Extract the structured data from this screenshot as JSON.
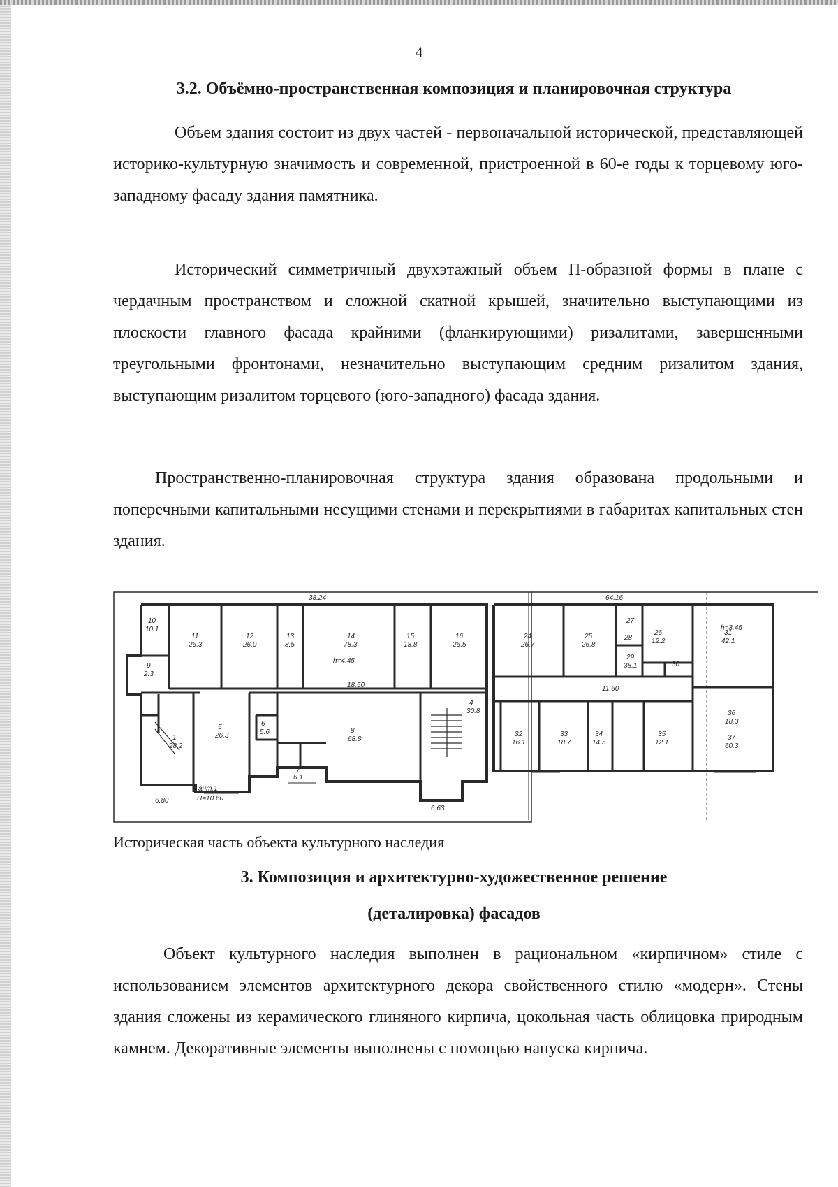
{
  "page": {
    "number": "4",
    "section_32_title": "3.2. Объёмно-пространственная композиция и планировочная структура",
    "paragraph_1": "Объем здания состоит из двух частей - первоначальной исторической, представляющей историко-культурную значимость и современной, пристроенной в 60-е годы к торцевому юго-западному фасаду здания памятника.",
    "paragraph_2": "Исторический симметричный двухэтажный объем П-образной формы в плане с чердачным пространством и сложной скатной крышей, значительно выступающими из плоскости главного фасада крайними (фланкирующими) ризалитами, завершенными треугольными фронтонами, незначительно выступающим средним ризалитом здания, выступающим ризалитом торцевого (юго-западного) фасада здания.",
    "paragraph_3": "Пространственно-планировочная структура здания образована продольными и поперечными капитальными несущими стенами и перекрытиями в габаритах капитальных стен здания.",
    "figure_caption": "Историческая часть объекта культурного наследия",
    "section_3_title_line1": "3. Композиция и архитектурно-художественное решение",
    "section_3_title_line2": "(деталировка) фасадов",
    "paragraph_4": "Объект культурного наследия выполнен в рациональном «кирпичном» стиле с использованием элементов архитектурного декора свойственного стилю «модерн». Стены здания сложены из керамического глиняного кирпича, цокольная часть облицовка природным камнем. Декоративные элементы выполнены с помощью напуска кирпича."
  },
  "floor_plan": {
    "labels": {
      "dim_top_left": "38.24",
      "dim_top_right": "64.16",
      "dim_bottom_left": "6.80",
      "dim_bottom_mid": "6.63",
      "height_left": "h=4.45",
      "height_right": "h=3.45",
      "height_stair": "H=10.60",
      "axis_mark": "ант.1",
      "corridor_dim": "18.50",
      "right_corridor_dim": "11.60"
    },
    "rooms": [
      {
        "no": "11",
        "area": "26.3"
      },
      {
        "no": "12",
        "area": "26.0"
      },
      {
        "no": "13",
        "area": "8.5"
      },
      {
        "no": "14",
        "area": "78.3"
      },
      {
        "no": "15",
        "area": "18.8"
      },
      {
        "no": "16",
        "area": "26.5"
      },
      {
        "no": "10",
        "area": "10.1"
      },
      {
        "no": "9",
        "area": "2.3"
      },
      {
        "no": "1",
        "area": "28.2"
      },
      {
        "no": "5",
        "area": "26.3"
      },
      {
        "no": "6",
        "area": "5.6"
      },
      {
        "no": "7",
        "area": "6.1"
      },
      {
        "no": "8",
        "area": "68.8"
      },
      {
        "no": "4",
        "area": "30.8"
      },
      {
        "no": "24",
        "area": "26.7"
      },
      {
        "no": "25",
        "area": "26.8"
      },
      {
        "no": "26",
        "area": "12.2"
      },
      {
        "no": "27",
        "area": ""
      },
      {
        "no": "28",
        "area": ""
      },
      {
        "no": "29",
        "area": "38.1"
      },
      {
        "no": "30",
        "area": ""
      },
      {
        "no": "31",
        "area": "42.1"
      },
      {
        "no": "32",
        "area": "16.1"
      },
      {
        "no": "33",
        "area": "18.7"
      },
      {
        "no": "34",
        "area": "14.5"
      },
      {
        "no": "35",
        "area": "12.1"
      },
      {
        "no": "36",
        "area": "18.3"
      },
      {
        "no": "37",
        "area": "60.3"
      }
    ]
  }
}
